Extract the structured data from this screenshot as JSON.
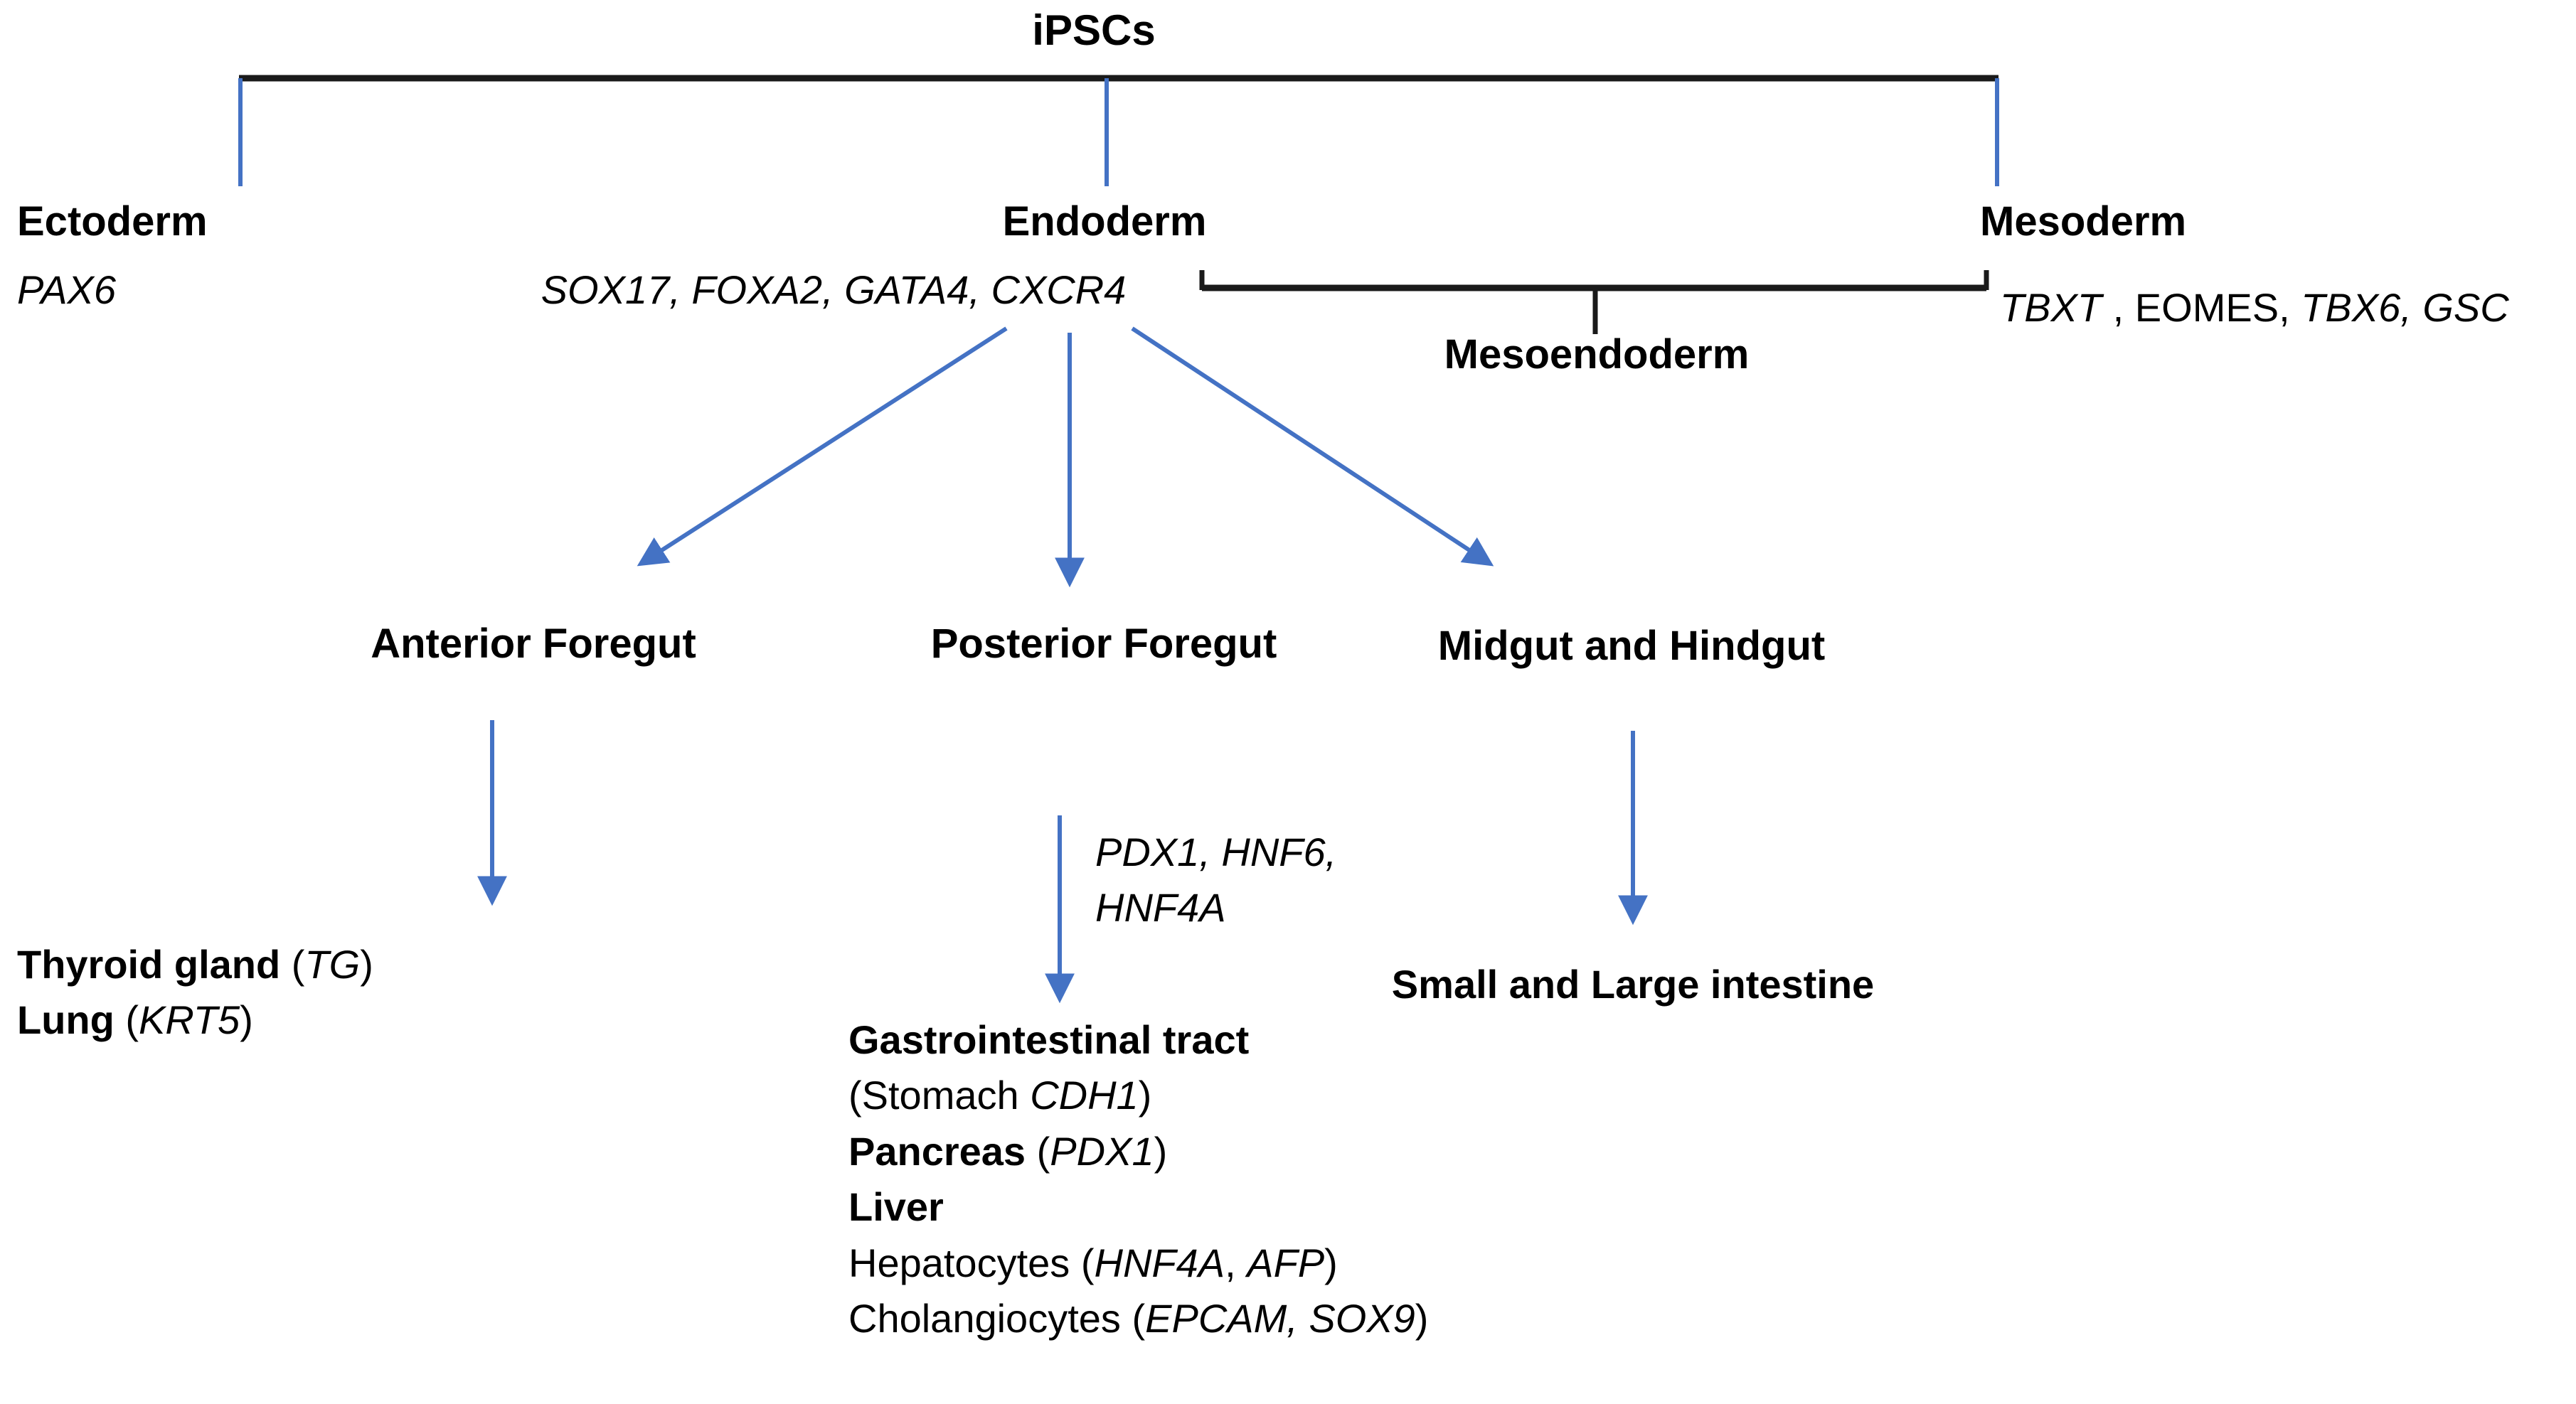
{
  "diagram": {
    "title": "iPSCs",
    "colors": {
      "arrow_blue": "#4472C4",
      "bracket_black": "#1A1A1A",
      "text_black": "#000000",
      "background": "#FFFFFF"
    },
    "germ_layers": {
      "ectoderm": {
        "label": "Ectoderm",
        "markers": "PAX6"
      },
      "endoderm": {
        "label": "Endoderm",
        "markers": "SOX17, FOXA2, GATA4, CXCR4"
      },
      "mesoderm": {
        "label": "Mesoderm",
        "markers_italic_1": "TBXT",
        "markers_upright": " , EOMES, ",
        "markers_italic_2": "TBX6, GSC"
      },
      "mesoendoderm": {
        "label": "Mesoendoderm"
      }
    },
    "gut_regions": {
      "anterior_foregut": "Anterior Foregut",
      "posterior_foregut": "Posterior Foregut",
      "midgut_hindgut": "Midgut and Hindgut"
    },
    "posterior_foregut_markers": {
      "line1": "PDX1, HNF6,",
      "line2": "HNF4A"
    },
    "anterior_foregut_derivatives": [
      {
        "organ": "Thyroid gland",
        "open": " (",
        "gene": "TG",
        "close": ")"
      },
      {
        "organ": "Lung",
        "open": " (",
        "gene": "KRT5",
        "close": ")"
      }
    ],
    "posterior_foregut_derivatives": {
      "heading": "Gastrointestinal tract",
      "stomach_prefix": "(Stomach ",
      "stomach_gene": "CDH1",
      "stomach_suffix": ")",
      "pancreas_label": "Pancreas",
      "pancreas_open": " (",
      "pancreas_gene": "PDX1",
      "pancreas_close": ")",
      "liver_label": "Liver",
      "hepatocytes_label": "Hepatocytes",
      "hepatocytes_open": " (",
      "hepatocytes_gene": "HNF4A",
      "hepatocytes_sep": ", ",
      "hepatocytes_gene2": "AFP",
      "hepatocytes_close": ")",
      "cholangiocytes_label": "Cholangiocytes",
      "cholangiocytes_open": " (",
      "cholangiocytes_genes": "EPCAM, SOX9",
      "cholangiocytes_close": ")"
    },
    "midgut_hindgut_derivatives": {
      "label": "Small and Large intestine"
    }
  }
}
